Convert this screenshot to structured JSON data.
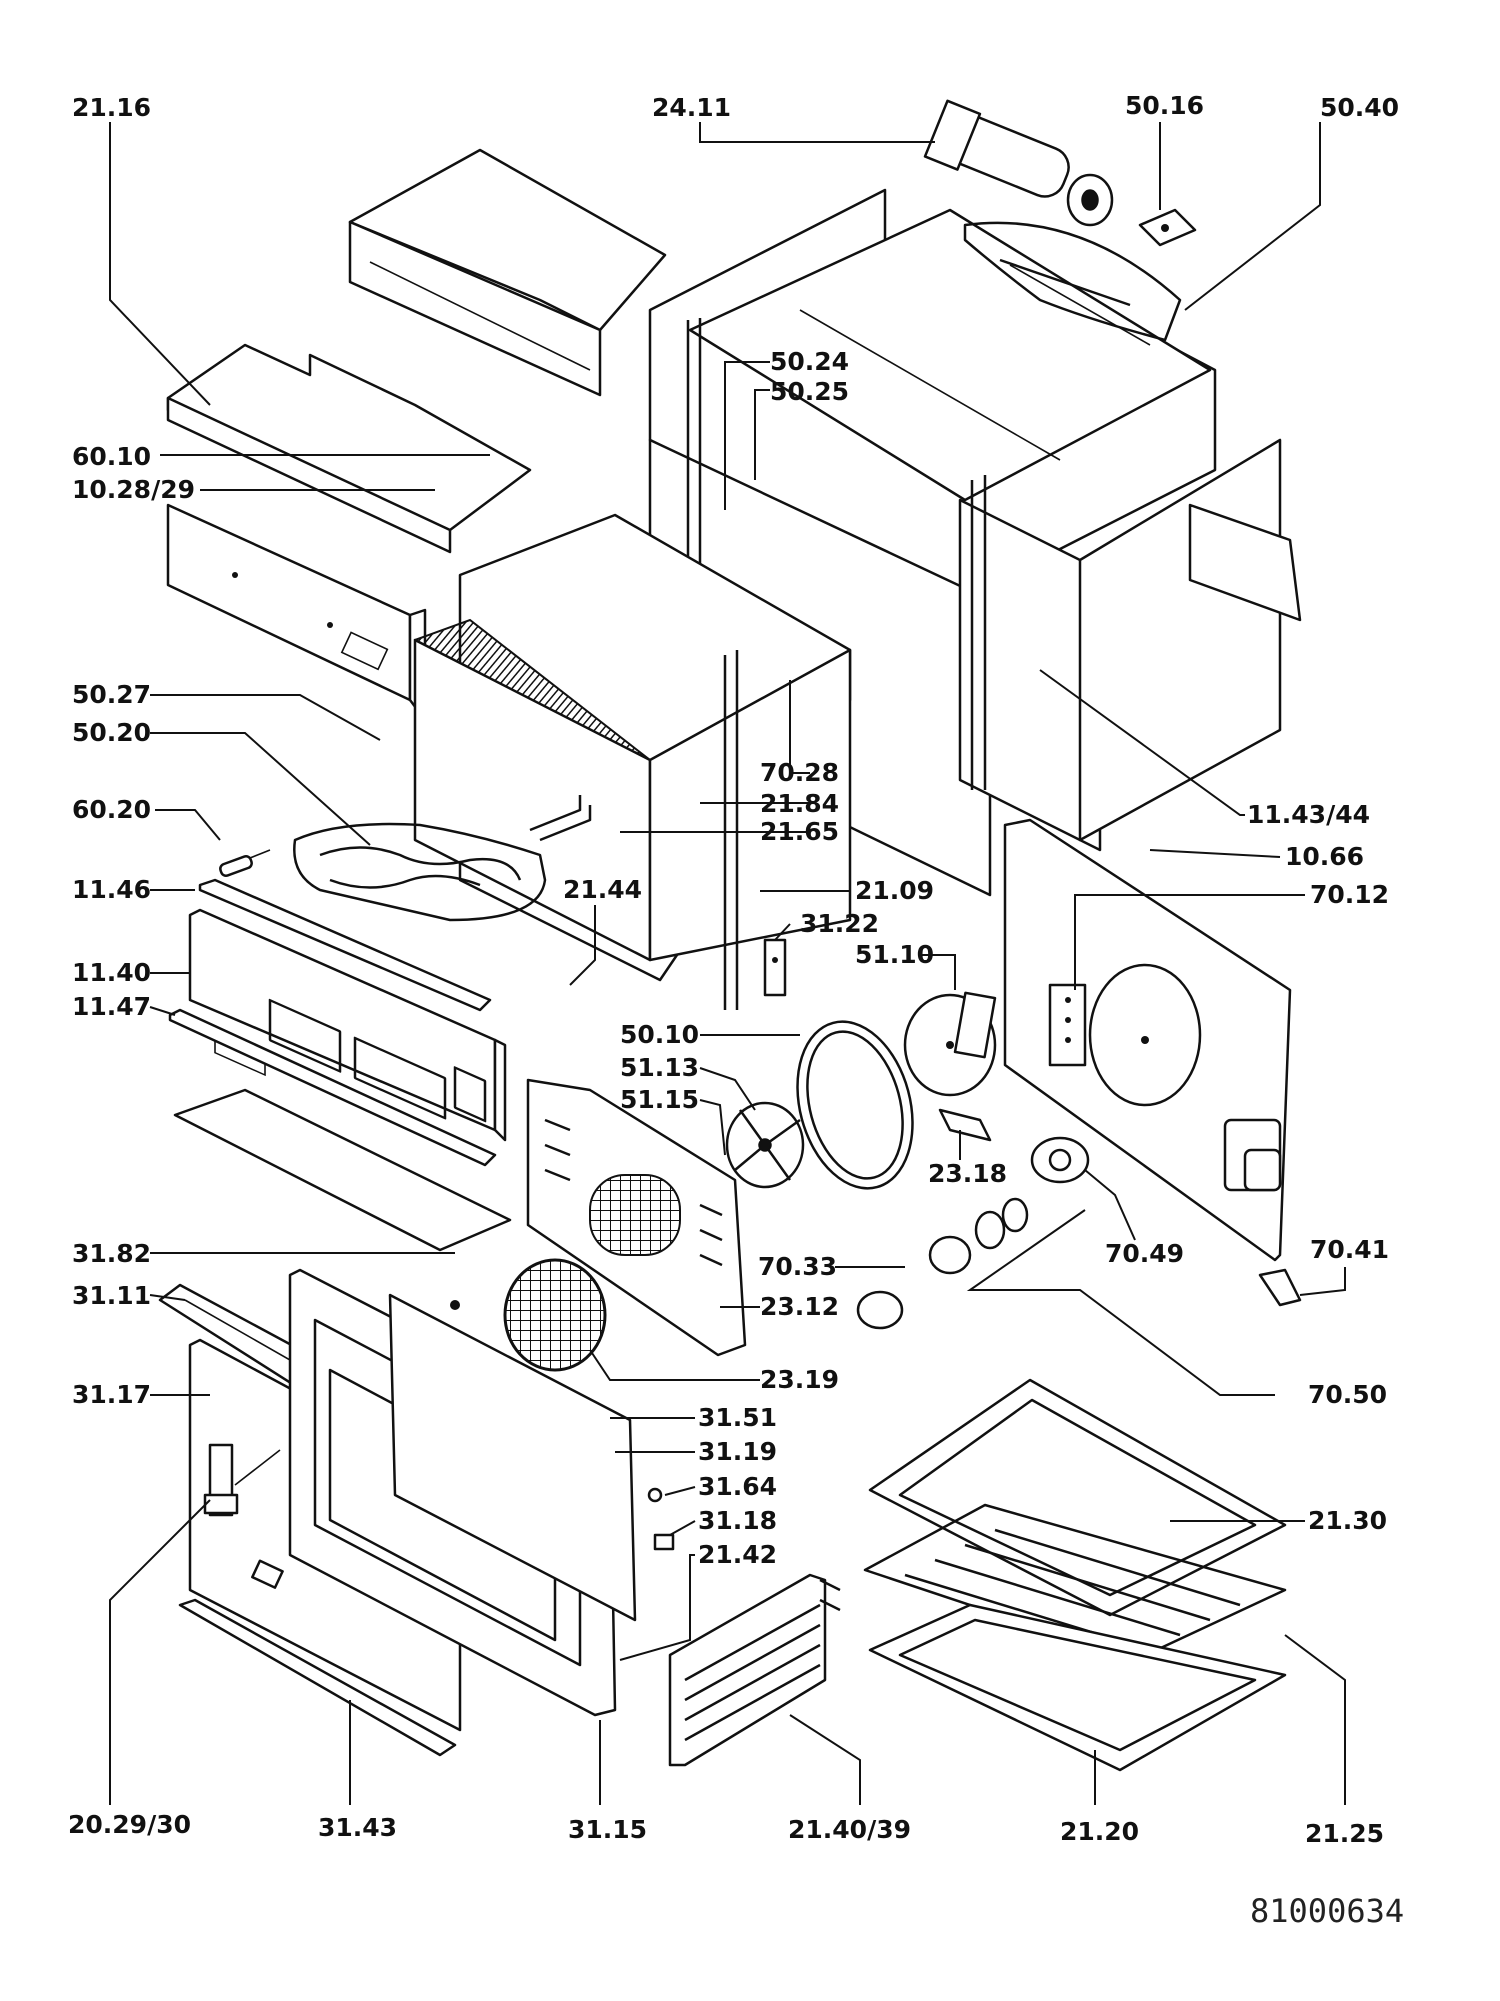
{
  "document_number": "81000634",
  "part_labels": [
    {
      "text": "21.16"
    },
    {
      "text": "24.11"
    },
    {
      "text": "50.16"
    },
    {
      "text": "50.40"
    },
    {
      "text": "50.24"
    },
    {
      "text": "50.25"
    },
    {
      "text": "60.10"
    },
    {
      "text": "10.28/29"
    },
    {
      "text": "50.27"
    },
    {
      "text": "50.20"
    },
    {
      "text": "70.28"
    },
    {
      "text": "21.84"
    },
    {
      "text": "60.20"
    },
    {
      "text": "21.65"
    },
    {
      "text": "11.43/44"
    },
    {
      "text": "10.66"
    },
    {
      "text": "11.46"
    },
    {
      "text": "21.44"
    },
    {
      "text": "21.09"
    },
    {
      "text": "70.12"
    },
    {
      "text": "31.22"
    },
    {
      "text": "11.40"
    },
    {
      "text": "51.10"
    },
    {
      "text": "11.47"
    },
    {
      "text": "50.10"
    },
    {
      "text": "51.13"
    },
    {
      "text": "51.15"
    },
    {
      "text": "23.18"
    },
    {
      "text": "70.49"
    },
    {
      "text": "31.82"
    },
    {
      "text": "70.41"
    },
    {
      "text": "70.33"
    },
    {
      "text": "31.11"
    },
    {
      "text": "23.12"
    },
    {
      "text": "23.19"
    },
    {
      "text": "31.17"
    },
    {
      "text": "70.50"
    },
    {
      "text": "31.51"
    },
    {
      "text": "31.19"
    },
    {
      "text": "31.64"
    },
    {
      "text": "21.30"
    },
    {
      "text": "31.18"
    },
    {
      "text": "21.42"
    },
    {
      "text": "20.29/30"
    },
    {
      "text": "31.43"
    },
    {
      "text": "31.15"
    },
    {
      "text": "21.40/39"
    },
    {
      "text": "21.20"
    },
    {
      "text": "21.25"
    }
  ]
}
